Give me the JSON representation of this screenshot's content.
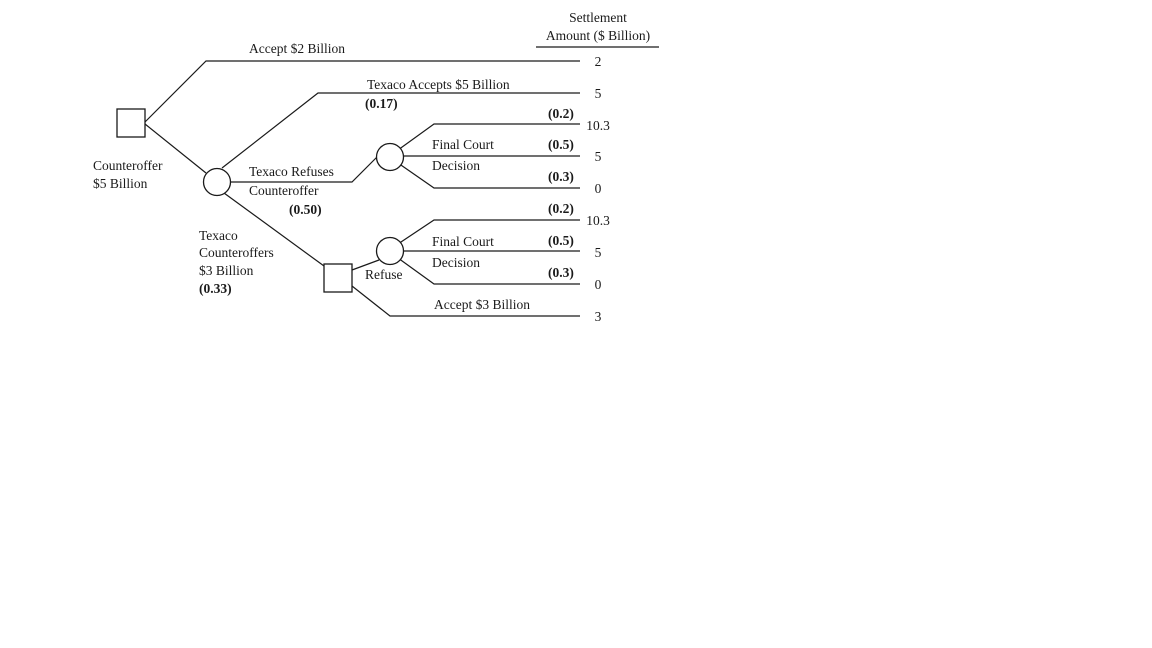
{
  "header": {
    "line1": "Settlement",
    "line2": "Amount ($ Billion)"
  },
  "branches": {
    "accept_2": "Accept $2 Billion",
    "counteroffer_line1": "Counteroffer",
    "counteroffer_line2": "$5 Billion",
    "texaco_accepts": "Texaco Accepts $5 Billion",
    "texaco_accepts_prob": "(0.17)",
    "texaco_refuses_line1": "Texaco Refuses",
    "texaco_refuses_line2": "Counteroffer",
    "texaco_refuses_prob": "(0.50)",
    "texaco_counters_line1": "Texaco",
    "texaco_counters_line2": "Counteroffers",
    "texaco_counters_line3": "$3 Billion",
    "texaco_counters_prob": "(0.33)",
    "court1_line1": "Final Court",
    "court1_line2": "Decision",
    "court2_line1": "Final Court",
    "court2_line2": "Decision",
    "refuse": "Refuse",
    "accept_3": "Accept $3 Billion"
  },
  "court_probs": {
    "upper": [
      "(0.2)",
      "(0.5)",
      "(0.3)"
    ],
    "lower": [
      "(0.2)",
      "(0.5)",
      "(0.3)"
    ]
  },
  "payoffs": [
    "2",
    "5",
    "10.3",
    "5",
    "0",
    "10.3",
    "5",
    "0",
    "3"
  ]
}
